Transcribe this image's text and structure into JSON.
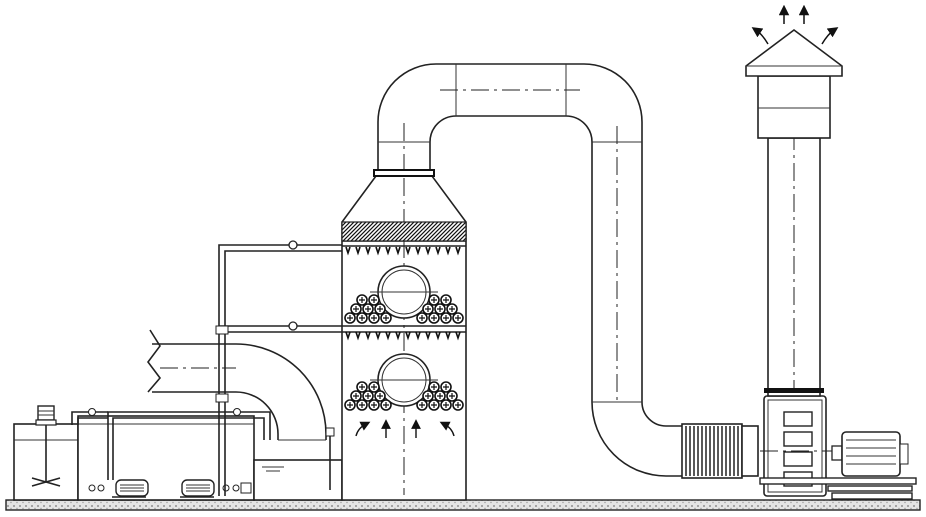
{
  "diagram": {
    "components": [
      {
        "name": "medicine-tank",
        "icon": "tank-with-agitator-icon"
      },
      {
        "name": "circulation-water-tank",
        "icon": "water-tank-icon"
      },
      {
        "name": "circulation-pump-1",
        "icon": "pump-icon"
      },
      {
        "name": "circulation-pump-2",
        "icon": "pump-icon"
      },
      {
        "name": "inlet-duct",
        "icon": "duct-elbow-icon"
      },
      {
        "name": "spray-tower",
        "icon": "scrubber-tower-icon"
      },
      {
        "name": "demister-layer",
        "icon": "mesh-pad-icon"
      },
      {
        "name": "packing-layer-upper",
        "icon": "packing-balls-icon"
      },
      {
        "name": "packing-layer-lower",
        "icon": "packing-balls-icon"
      },
      {
        "name": "overhead-duct",
        "icon": "u-bend-duct-icon"
      },
      {
        "name": "flexible-connector",
        "icon": "bellows-icon"
      },
      {
        "name": "centrifugal-fan",
        "icon": "fan-housing-icon"
      },
      {
        "name": "fan-motor",
        "icon": "motor-icon"
      },
      {
        "name": "exhaust-chimney",
        "icon": "chimney-cap-icon"
      }
    ],
    "colors": {
      "line": "#222222",
      "background": "#ffffff",
      "ground": "#dddddd"
    }
  }
}
